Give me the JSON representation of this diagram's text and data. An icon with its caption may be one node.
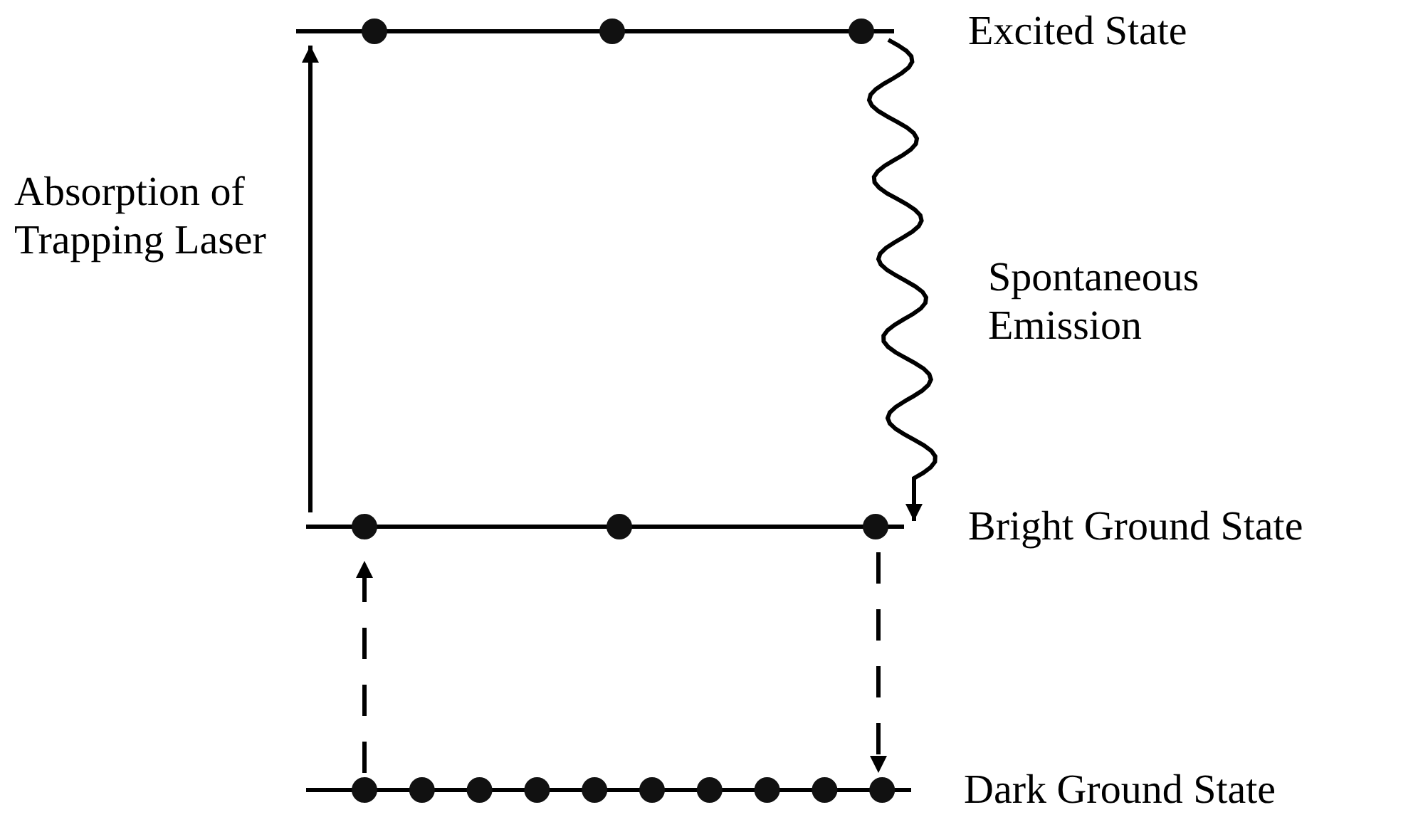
{
  "diagram": {
    "nodes": [
      {
        "text": [
          "Excited State"
        ]
      },
      {
        "text": [
          "Bright Ground State"
        ]
      },
      {
        "text": [
          "Dark Ground State"
        ]
      }
    ],
    "edges": [
      {
        "from": 1,
        "to": 0,
        "arrow": "to",
        "label": "Absorption of Trapping Laser"
      },
      {
        "from": 0,
        "to": 1,
        "arrow": "to",
        "label": "Spontaneous Emission"
      },
      {
        "from": 2,
        "to": 1,
        "arrow": "to",
        "style": "dashed"
      },
      {
        "from": 1,
        "to": 2,
        "arrow": "to",
        "style": "dashed"
      }
    ]
  }
}
